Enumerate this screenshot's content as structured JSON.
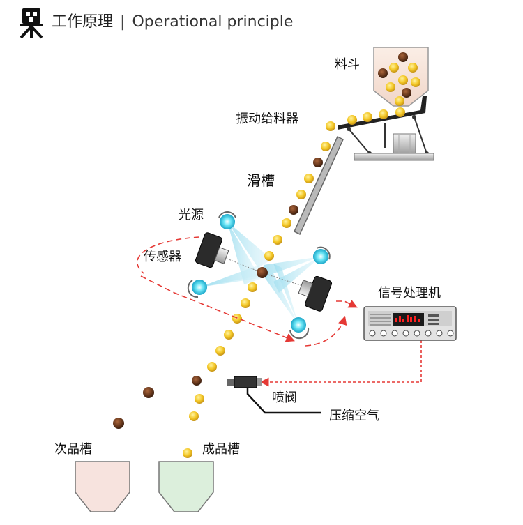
{
  "header": {
    "title_cn": "工作原理",
    "separator": "|",
    "title_en": "Operational principle"
  },
  "labels": {
    "material": "料斗",
    "feeder": "振动给料器",
    "chute": "滑槽",
    "light": "光源",
    "sensor": "传感器",
    "processor": "信号处理机",
    "valve": "喷阀",
    "air": "压缩空气",
    "reject_bin": "次品槽",
    "accept_bin": "成品槽"
  },
  "colors": {
    "good_seed": "#f3c623",
    "bad_seed": "#6b3a1e",
    "signal_line": "#e53935",
    "light_beam": "#7fd3ea",
    "reject_bin": "#f7e3de",
    "accept_bin": "#dcefdc",
    "display_led": "#ff2020"
  }
}
